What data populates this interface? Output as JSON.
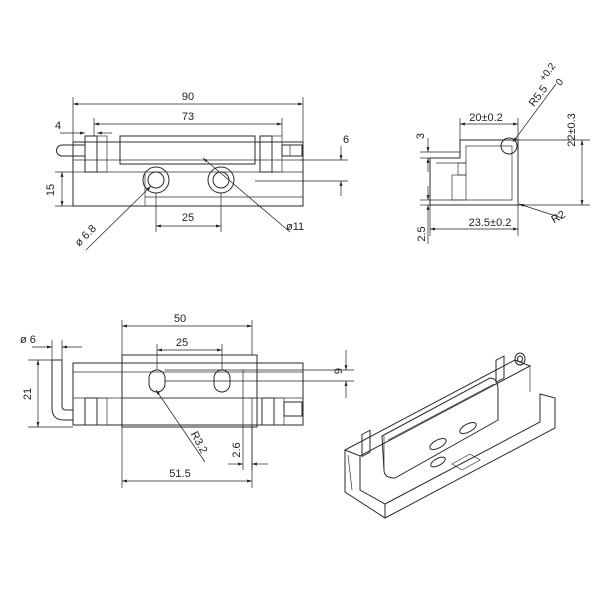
{
  "front_view": {
    "overall_length": "90",
    "pin_span": "73",
    "pin_offset": "4",
    "edge_offset": "6",
    "height": "15",
    "hole_spacing": "25",
    "hole_diameter": "ø 6.8",
    "counterbore_diameter": "ø11"
  },
  "side_view": {
    "width_top": "20±0.2",
    "height": "22±0.3",
    "offset_top": "3",
    "radius_tolerance_upper": "+0.2",
    "radius_tolerance_lower": "0",
    "radius_label": "R5.5",
    "width_bottom": "23.5±0.2",
    "bottom_radius": "R2",
    "base_offset": "2.5"
  },
  "top_view": {
    "leaf_length": "50",
    "slot_spacing": "25",
    "pin_diameter": "ø 6",
    "height": "21",
    "slot_width": "9",
    "slot_radius": "R3.2",
    "edge_offset": "2.6",
    "overall_length": "51.5"
  }
}
